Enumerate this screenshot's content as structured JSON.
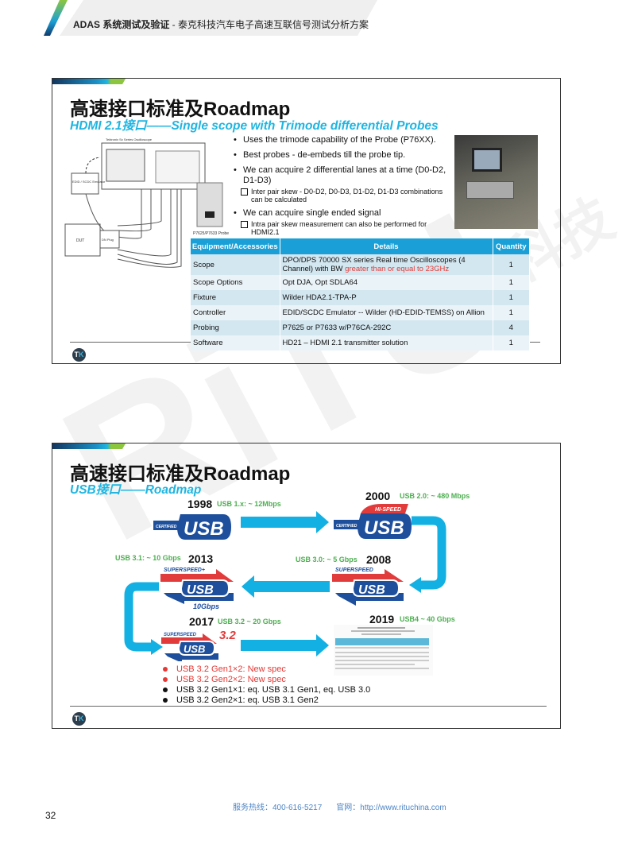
{
  "header": {
    "title_bold": "ADAS 系统测试及验证",
    "title_rest": " - 泰克科技汽车电子高速互联信号测试分析方案"
  },
  "watermark": {
    "brand": "RiTU",
    "cn": "日图科技"
  },
  "slide1": {
    "title": "高速接口标准及Roadmap",
    "subtitle": "HDMI 2.1接口——Single scope with Trimode differential Probes",
    "diagram": {
      "emulator": "EDID / SCDC Emulator",
      "dut": "DUT",
      "plug": "DN Plug",
      "probe": "P7625/P7633 Probe",
      "scope": "Tektronix Sx Series Oscilloscope"
    },
    "bullets": [
      {
        "text": "Uses the trimode capability of the Probe (P76XX)."
      },
      {
        "text": "Best probes - de-embeds till the probe tip."
      },
      {
        "text": "We can acquire 2 differential lanes at a time (D0-D2, D1-D3)",
        "sub": "Inter pair skew - D0-D2, D0-D3, D1-D2, D1-D3 combinations can be calculated"
      },
      {
        "text": "We can acquire single ended signal",
        "sub": "Intra pair skew measurement can also be performed for HDMI2.1"
      }
    ],
    "table": {
      "headers": [
        "Equipment/Accessories",
        "Details",
        "Quantity"
      ],
      "rows": [
        {
          "item": "Scope",
          "details": "DPO/DPS  70000 SX series Real time Oscilloscopes (4 Channel) with BW ",
          "details_red": "greater than or equal to 23GHz",
          "qty": "1"
        },
        {
          "item": "Scope Options",
          "details": "Opt DJA, Opt SDLA64",
          "qty": "1"
        },
        {
          "item": "Fixture",
          "details": "Wilder HDA2.1-TPA-P",
          "qty": "1"
        },
        {
          "item": "Controller",
          "details": "EDID/SCDC Emulator  -- Wilder (HD-EDID-TEMSS) on Allion",
          "qty": "1"
        },
        {
          "item": "Probing",
          "details": "P7625 or P7633 w/P76CA-292C",
          "qty": "4"
        },
        {
          "item": "Software",
          "details": "HD21 – HDMI 2.1 transmitter solution",
          "qty": "1"
        }
      ]
    }
  },
  "slide2": {
    "title": "高速接口标准及Roadmap",
    "subtitle": "USB接口——Roadmap",
    "milestones": [
      {
        "year": "1998",
        "speed": "USB 1.x: ~ 12Mbps"
      },
      {
        "year": "2000",
        "speed": "USB 2.0: ~ 480 Mbps"
      },
      {
        "year": "2008",
        "speed": "USB 3.0: ~ 5 Gbps"
      },
      {
        "year": "2013",
        "speed": "USB 3.1: ~ 10 Gbps"
      },
      {
        "year": "2017",
        "speed": "USB 3.2 ~ 20 Gbps"
      },
      {
        "year": "2019",
        "speed": "USB4 ~ 40 Gbps"
      }
    ],
    "logos": {
      "certified": "CERTIFIED",
      "usb": "USB",
      "hispeed": "HI-SPEED",
      "superspeed": "SUPERSPEED",
      "superspeed_plus": "SUPERSPEED+",
      "gbps10": "10Gbps",
      "v32": "3.2"
    },
    "bullets": [
      {
        "text": "USB 3.2 Gen1×2: New spec",
        "color": "#e53935"
      },
      {
        "text": "USB 3.2 Gen2×2: New spec",
        "color": "#e53935"
      },
      {
        "text": "USB 3.2 Gen1×1: eq. USB 3.1 Gen1, eq. USB 3.0",
        "color": "#111111"
      },
      {
        "text": "USB 3.2 Gen2×1: eq. USB 3.1 Gen2",
        "color": "#111111"
      }
    ]
  },
  "footer": {
    "hotline": "服务热线：400-616-5217",
    "site": "官网：http://www.rituchina.com",
    "page": "32"
  },
  "logo": {
    "text": "T",
    "accent": "K"
  }
}
